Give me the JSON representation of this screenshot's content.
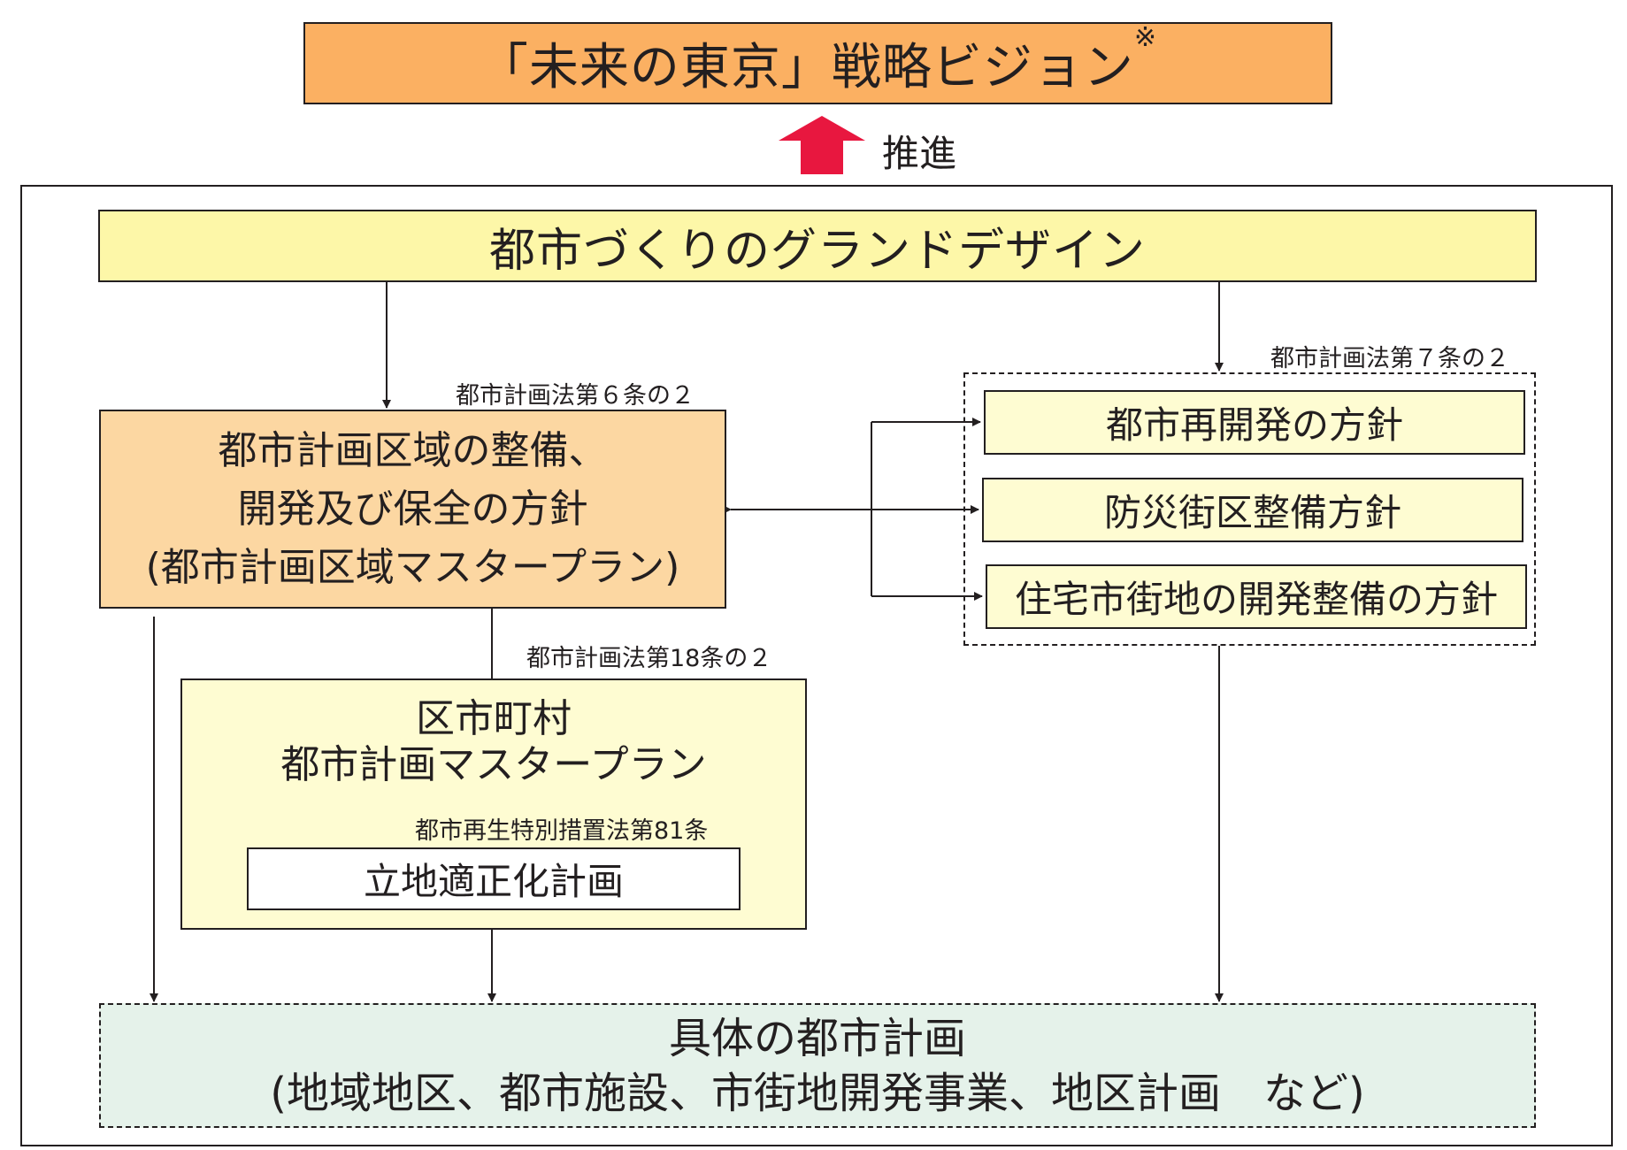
{
  "vision": {
    "title": "「未来の東京」戦略ビジョン",
    "mark": "※"
  },
  "push_label": "推進",
  "grand_design": "都市づくりのグランドデザイン",
  "law_6_2": "都市計画法第６条の２",
  "law_7_2": "都市計画法第７条の２",
  "law_18_2": "都市計画法第18条の２",
  "law_81": "都市再生特別措置法第81条",
  "area_master": {
    "line1": "都市計画区域の整備、",
    "line2": "開発及び保全の方針",
    "line3": "(都市計画区域マスタープラン)"
  },
  "policies": [
    "都市再開発の方針",
    "防災街区整備方針",
    "住宅市街地の開発整備の方針"
  ],
  "city_master": {
    "line1": "区市町村",
    "line2": "都市計画マスタープラン"
  },
  "location_plan": "立地適正化計画",
  "concrete": {
    "line1": "具体の都市計画",
    "line2": "(地域地区、都市施設、市街地開発事業、地区計画　など)"
  },
  "colors": {
    "vision_fill": "#fbb062",
    "grand_fill": "#fdf7a8",
    "area_master_fill": "#fcd7a2",
    "policy_fill": "#fefcd2",
    "concrete_fill": "#e5f2ea",
    "push_arrow": "#e8173f",
    "line": "#231f20"
  }
}
